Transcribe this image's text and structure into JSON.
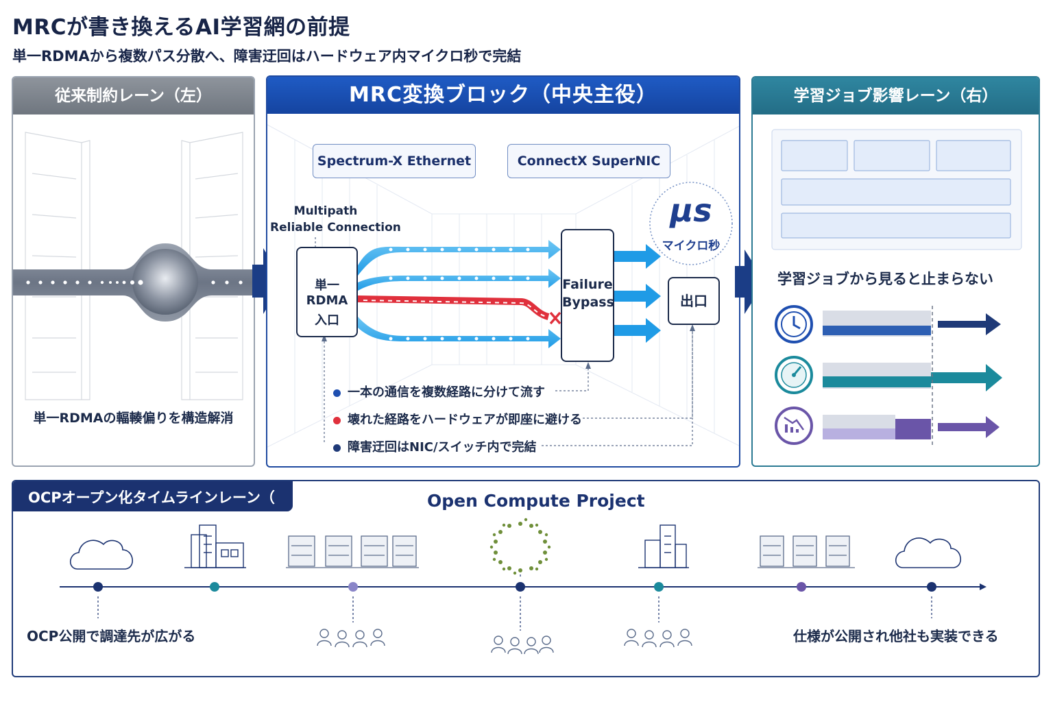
{
  "header": {
    "title": "MRCが書き換えるAI学習網の前提",
    "subtitle": "単一RDMAから複数パス分散へ、障害迂回はハードウェア内マイクロ秒で完結"
  },
  "left_lane": {
    "title": "従来制約レーン（左）",
    "caption": "単一RDMAの輻輳偏りを構造解消"
  },
  "center_block": {
    "title": "MRC変換ブロック（中央主役）",
    "chip_spectrum": "Spectrum-X Ethernet",
    "chip_connectx": "ConnectX SuperNIC",
    "mrc_label_line1": "Multipath",
    "mrc_label_line2": "Reliable Connection",
    "entry_line1": "単一RDMA",
    "entry_line2": "入口",
    "bypass_line1": "Failure",
    "bypass_line2": "Bypass",
    "exit_label": "出口",
    "micro_symbol": "μs",
    "micro_label": "マイクロ秒",
    "legend": [
      {
        "text": "一本の通信を複数経路に分けて流す",
        "color": "#1f4fb0"
      },
      {
        "text": "壊れた経路をハードウェアが即座に避ける",
        "color": "#e0303c"
      },
      {
        "text": "障害迂回はNIC/スイッチ内で完結",
        "color": "#1f3a78"
      }
    ]
  },
  "right_lane": {
    "title": "学習ジョブ影響レーン（右）",
    "caption": "学習ジョブから見ると止まらない",
    "icons": [
      "clock-icon",
      "gauge-icon",
      "decline-chart-icon"
    ],
    "colors": [
      "#1f4fb0",
      "#1b8a9c",
      "#6a55a8"
    ]
  },
  "ocp_lane": {
    "title": "OCPオープン化タイムラインレーン（",
    "project_name": "Open Compute Project",
    "caption_left": "OCP公開で調達先が広がる",
    "caption_right": "仕様が公開され他社も実装できる"
  },
  "colors": {
    "navy": "#172447",
    "blue": "#1f5bc4",
    "teal": "#2f86a0",
    "red": "#e0303c",
    "purple": "#6a55a8"
  }
}
